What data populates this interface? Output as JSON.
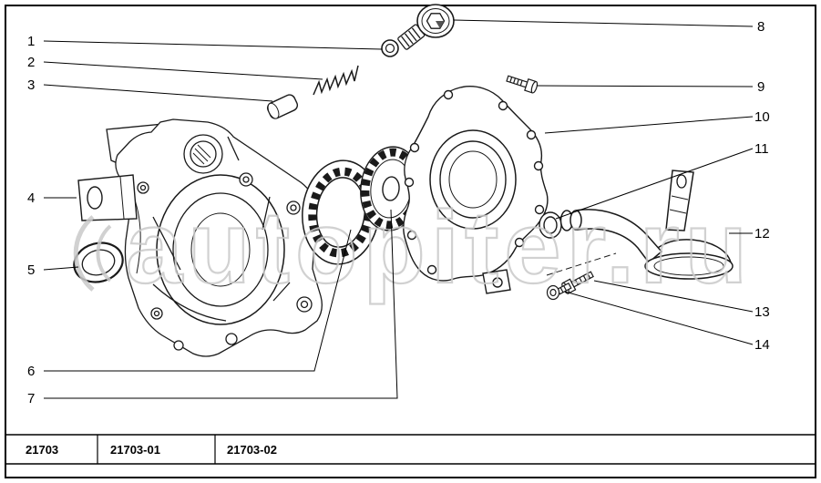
{
  "page": {
    "background": "#ffffff",
    "frame_color": "#000000"
  },
  "watermark": {
    "text": "autopiter.ru",
    "color": "#c9c9c9"
  },
  "callouts": [
    {
      "label": "1"
    },
    {
      "label": "2"
    },
    {
      "label": "3"
    },
    {
      "label": "4"
    },
    {
      "label": "5"
    },
    {
      "label": "6"
    },
    {
      "label": "7"
    },
    {
      "label": "8"
    },
    {
      "label": "9"
    },
    {
      "label": "10"
    },
    {
      "label": "11"
    },
    {
      "label": "12"
    },
    {
      "label": "13"
    },
    {
      "label": "14"
    }
  ],
  "footer": {
    "variants": [
      {
        "label": "21703"
      },
      {
        "label": "21703-01"
      },
      {
        "label": "21703-02"
      }
    ]
  }
}
